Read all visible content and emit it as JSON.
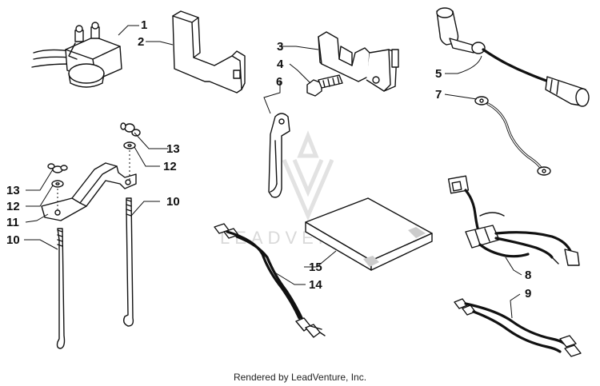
{
  "callouts": {
    "c1": "1",
    "c2": "2",
    "c3": "3",
    "c4": "4",
    "c5": "5",
    "c6": "6",
    "c7": "7",
    "c8": "8",
    "c9": "9",
    "c10a": "10",
    "c10b": "10",
    "c11": "11",
    "c12a": "12",
    "c12b": "12",
    "c13a": "13",
    "c13b": "13",
    "c14": "14",
    "c15": "15"
  },
  "watermark": "LEADVENTURE",
  "footer": "Rendered by LeadVenture, Inc."
}
